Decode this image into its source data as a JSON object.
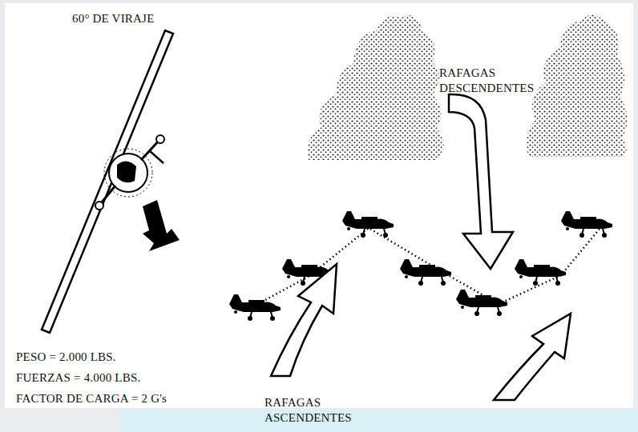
{
  "diagram": {
    "labels": [
      "60° DE VIRAJE",
      "RAFAGAS DESCENDENTES",
      "PESO = 2.000 LBS.",
      "FUERZAS = 4.000 LBS.",
      "FACTOR DE CARGA = 2 G's",
      "RAFAGAS ASCENDENTES"
    ]
  }
}
